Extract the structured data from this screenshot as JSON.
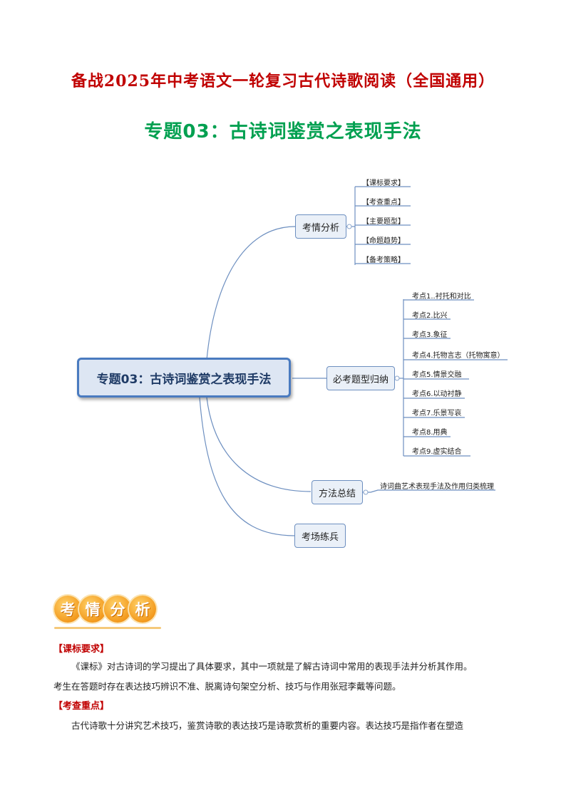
{
  "header": {
    "main_title": "备战2025年中考语文一轮复习古代诗歌阅读（全国通用）",
    "sub_title": "专题03：古诗词鉴赏之表现手法"
  },
  "mindmap": {
    "root": "专题03：古诗词鉴赏之表现手法",
    "branches": [
      {
        "label": "考情分析",
        "children": [
          "【课标要求】",
          "【考查重点】",
          "【主要题型】",
          "【命题趋势】",
          "【备考策略】"
        ]
      },
      {
        "label": "必考题型归纳",
        "children": [
          "考点1..衬托和对比",
          "考点2.比兴",
          "考点3.象征",
          "考点4.托物言志（托物寓意）",
          "考点5.情景交融",
          "考点6.以动衬静",
          "考点7.乐景写哀",
          "考点8.用典",
          "考点9.虚实结合"
        ]
      },
      {
        "label": "方法总结",
        "children": [
          "诗词曲艺术表现手法及作用归类梳理"
        ]
      },
      {
        "label": "考场练兵",
        "children": []
      }
    ],
    "colors": {
      "line": "#6d8fc0",
      "root_border": "#4a7bc0",
      "box_fill": "#eaf0f8"
    }
  },
  "section_badge": [
    "考",
    "情",
    "分",
    "析"
  ],
  "content": {
    "label_1": "【课标要求】",
    "para_1_line_1": "《课标》对古诗词的学习提出了具体要求，其中一项就是了解古诗词中常用的表现手法并分析其作用。",
    "para_1_line_2": "考生在答题时存在表达技巧辨识不准、脱离诗句架空分析、技巧与作用张冠李戴等问题。",
    "label_2": "【考查重点】",
    "para_2_line_1": "古代诗歌十分讲究艺术技巧，鉴赏诗歌的表达技巧是诗歌赏析的重要内容。表达技巧是指作者在塑造"
  }
}
